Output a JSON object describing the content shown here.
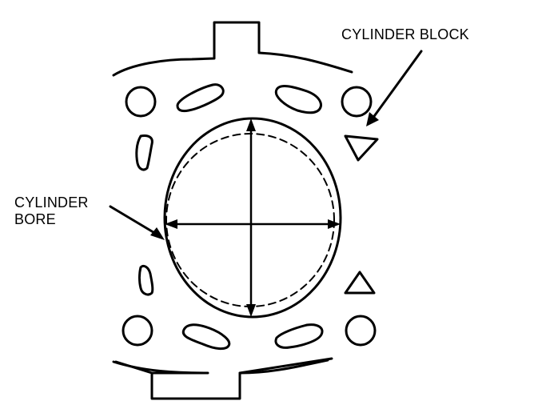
{
  "labels": {
    "cylinder_block": "CYLINDER BLOCK",
    "cylinder_bore_line1": "CYLINDER",
    "cylinder_bore_line2": "BORE"
  },
  "colors": {
    "ink": "#000000",
    "paper": "#ffffff"
  }
}
